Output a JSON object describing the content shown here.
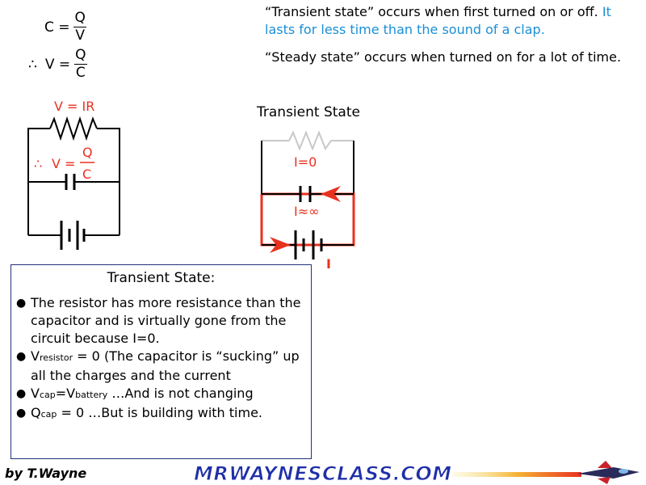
{
  "formulas": {
    "c_lhs": "C =",
    "c_num": "Q",
    "c_den": "V",
    "therefore": "∴",
    "v_lhs": "V =",
    "v_num": "Q",
    "v_den": "C"
  },
  "top_text": {
    "transient_part1": "“Transient state” occurs when first turned on or off.",
    "transient_part2": "It lasts for less time than the sound of a clap.",
    "steady": "“Steady state” occurs when turned on for a lot of time."
  },
  "circuit_left": {
    "resistor_label": "V = IR",
    "therefore": "∴",
    "cap_lhs": "V =",
    "cap_num": "Q",
    "cap_den": "C"
  },
  "circuit_right": {
    "title": "Transient State",
    "current_resistor": "I=0",
    "current_cap": "I≈∞",
    "current_label": "I"
  },
  "info_box": {
    "title": "Transient State:",
    "bullet1": "The resistor has more resistance than the capacitor and is virtually gone from the circuit because I=0.",
    "b2_v": "V",
    "b2_sub": "resistor",
    "b2_rest": " = 0 (The capacitor is “sucking” up all the charges and the current",
    "b3_v1": "V",
    "b3_sub1": "cap",
    "b3_eq": "=V",
    "b3_sub2": "battery",
    "b3_rest": " …And is not changing",
    "b4_q": "Q",
    "b4_sub": "cap",
    "b4_rest": " = 0 …But is building with time."
  },
  "footer": {
    "author": "by T.Wayne",
    "site": "MRWAYNESCLASS.COM"
  },
  "colors": {
    "red": "#e8311f",
    "blue": "#1a8fd6",
    "box_border": "#24307a",
    "logo_blue": "#1f2fa8"
  }
}
